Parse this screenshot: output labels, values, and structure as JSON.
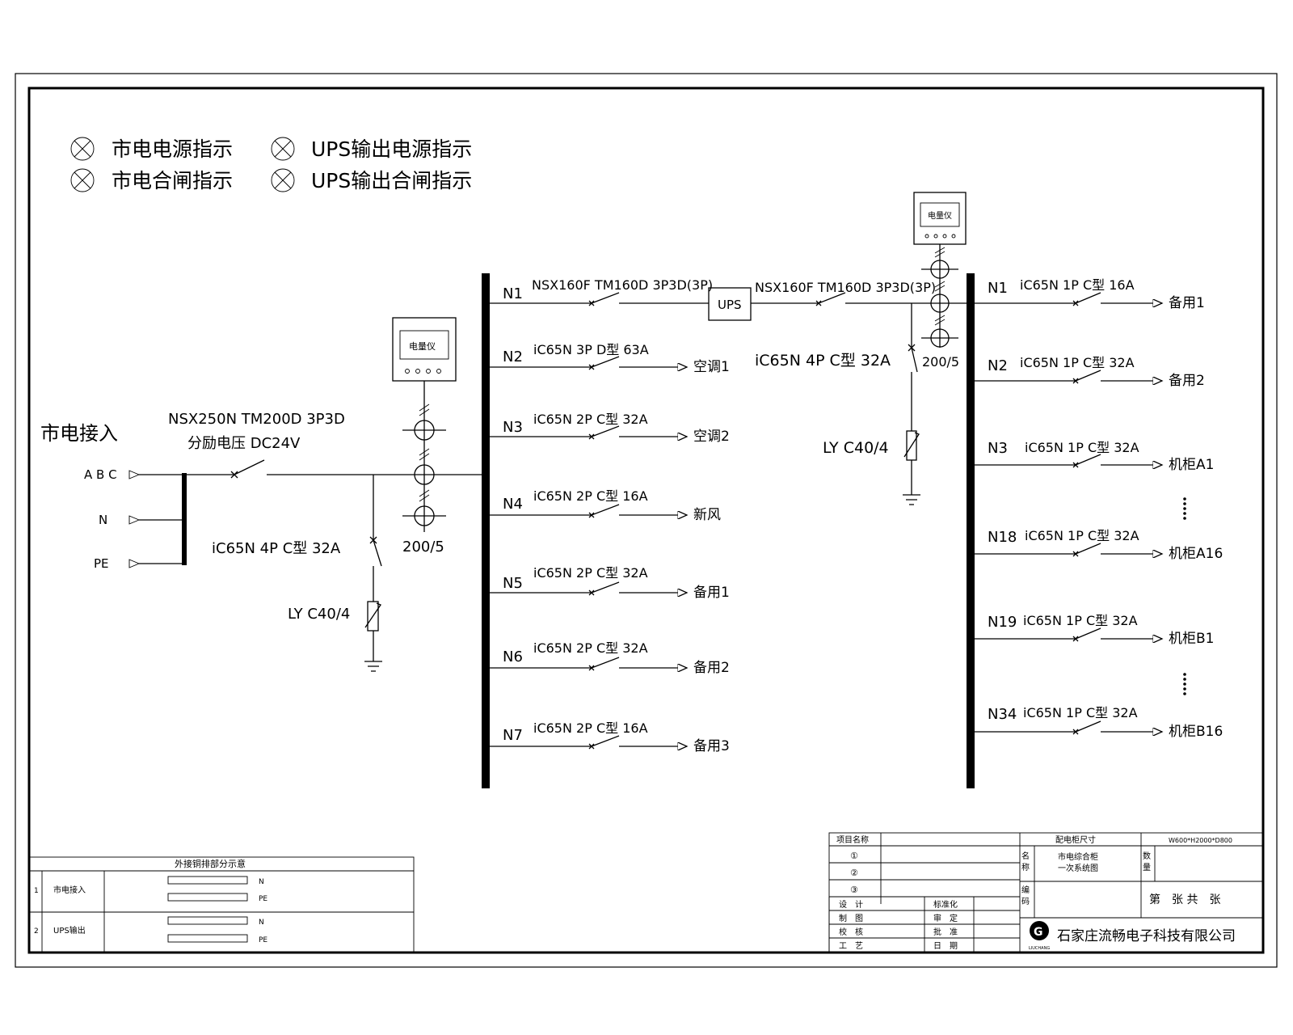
{
  "legend": {
    "mains_power": "市电电源指示",
    "ups_power": "UPS输出电源指示",
    "mains_close": "市电合闸指示",
    "ups_close": "UPS输出合闸指示"
  },
  "incoming": {
    "title": "市电接入",
    "abc": "A B C",
    "n": "N",
    "pe": "PE",
    "main_breaker": "NSX250N TM200D 3P3D",
    "shunt": "分励电压 DC24V",
    "spd_breaker": "iC65N 4P C型 32A",
    "spd": "LY C40/4",
    "ct": "200/5",
    "meter": "电量仪"
  },
  "left_feeders": [
    {
      "id": "N1",
      "breaker": "NSX160F TM160D 3P3D(3P)",
      "load": ""
    },
    {
      "id": "N2",
      "breaker": "iC65N 3P D型 63A",
      "load": "空调1"
    },
    {
      "id": "N3",
      "breaker": "iC65N 2P C型 32A",
      "load": "空调2"
    },
    {
      "id": "N4",
      "breaker": "iC65N 2P C型 16A",
      "load": "新风"
    },
    {
      "id": "N5",
      "breaker": "iC65N 2P C型 32A",
      "load": "备用1"
    },
    {
      "id": "N6",
      "breaker": "iC65N 2P C型 32A",
      "load": "备用2"
    },
    {
      "id": "N7",
      "breaker": "iC65N 2P C型 16A",
      "load": "备用3"
    }
  ],
  "ups": {
    "box": "UPS",
    "out_breaker": "NSX160F TM160D 3P3D(3P)",
    "spd_breaker": "iC65N 4P C型 32A",
    "spd": "LY C40/4",
    "ct": "200/5",
    "meter": "电量仪"
  },
  "right_feeders": [
    {
      "id": "N1",
      "breaker": "iC65N 1P C型 16A",
      "load": "备用1"
    },
    {
      "id": "N2",
      "breaker": "iC65N 1P C型 32A",
      "load": "备用2"
    },
    {
      "id": "N3",
      "breaker": "iC65N 1P C型 32A",
      "load": "机柜A1"
    },
    {
      "id": "N18",
      "breaker": "iC65N 1P C型 32A",
      "load": "机柜A16"
    },
    {
      "id": "N19",
      "breaker": "iC65N 1P C型 32A",
      "load": "机柜B1"
    },
    {
      "id": "N34",
      "breaker": "iC65N 1P C型 32A",
      "load": "机柜B16"
    }
  ],
  "copper_table": {
    "title": "外接铜排部分示意",
    "rows": [
      {
        "no": "1",
        "name": "市电接入",
        "n": "N",
        "pe": "PE"
      },
      {
        "no": "2",
        "name": "UPS输出",
        "n": "N",
        "pe": "PE"
      }
    ]
  },
  "title_block": {
    "project_name": "项目名称",
    "cabinet_size_label": "配电柜尺寸",
    "cabinet_size": "W600*H2000*D800",
    "c1": "①",
    "c2": "②",
    "c3": "③",
    "name_label": "名称",
    "drawing_name_1": "市电综合柜",
    "drawing_name_2": "一次系统图",
    "qty_label": "数量",
    "code_label": "编码",
    "sheet": "第　张 共　张",
    "design": "设　计",
    "drafting": "制　图",
    "check": "校　核",
    "process": "工　艺",
    "standard": "标准化",
    "review": "审　定",
    "approve": "批　准",
    "date": "日　期",
    "logo_text": "LIUCHANG",
    "company": "石家庄流畅电子科技有限公司"
  }
}
